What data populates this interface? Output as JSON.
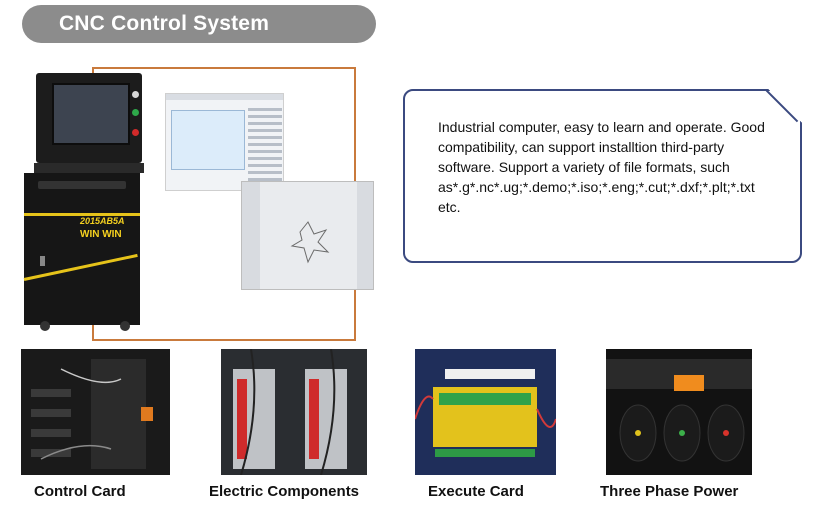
{
  "title": "CNC Control System",
  "cabinet": {
    "model_text": "2015AB5A",
    "brand_text": "WIN WIN"
  },
  "description": "Industrial computer, easy to learn and operate. Good compatibility, can support installtion third-party software. Support a variety of file formats, such as*.g*.nc*.ug;*.demo;*.iso;*.eng;*.cut;*.dxf;*.plt;*.txt etc.",
  "components": [
    {
      "caption": "Control Card"
    },
    {
      "caption": "Electric Components"
    },
    {
      "caption": "Execute Card"
    },
    {
      "caption": "Three Phase Power"
    }
  ],
  "colors": {
    "title_bg": "#8c8c8c",
    "frame_orange": "#c97a3c",
    "box_border": "#3b4a80",
    "cabinet_stripe": "#e6c31a"
  }
}
